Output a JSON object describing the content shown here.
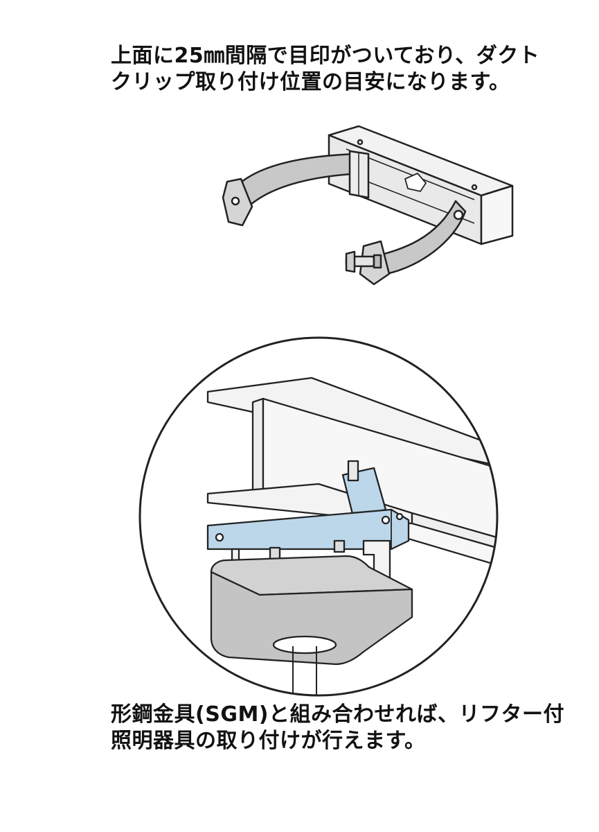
{
  "captions": {
    "top": {
      "line1": "上面に25㎜間隔で目印がついており、ダクト",
      "line2": "クリップ取り付け位置の目安になります。"
    },
    "bottom": {
      "line1": "形鋼金具(SGM)と組み合わせれば、リフター付",
      "line2": "照明器具の取り付けが行えます。"
    }
  },
  "colors": {
    "line": "#222222",
    "rail": "#f2f2f2",
    "clip_band": "#c8c8c8",
    "bracket_blue": "#bcd6ea",
    "fixture_gray": "#c4c4c4",
    "background": "#ffffff"
  }
}
